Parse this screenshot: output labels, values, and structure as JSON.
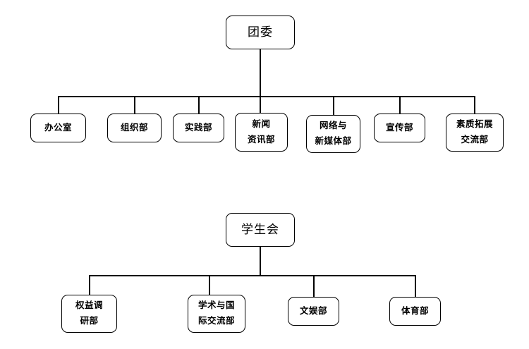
{
  "diagram": {
    "type": "organization-chart",
    "orientation": "top-down",
    "background_color": "#ffffff",
    "line_color": "#000000",
    "node_fill": "#ffffff",
    "node_border_color": "#000000"
  },
  "chart_data": {
    "type": "tree",
    "trees": [
      {
        "root": {
          "label": "团委",
          "lines": [
            "团委"
          ]
        },
        "children": [
          {
            "label": "办公室",
            "lines": [
              "办公室"
            ]
          },
          {
            "label": "组织部",
            "lines": [
              "组织部"
            ]
          },
          {
            "label": "实践部",
            "lines": [
              "实践部"
            ]
          },
          {
            "label": "新闻资讯部",
            "lines": [
              "新闻",
              "资讯部"
            ]
          },
          {
            "label": "网络与新媒体部",
            "lines": [
              "网络与",
              "新媒体部"
            ]
          },
          {
            "label": "宣传部",
            "lines": [
              "宣传部"
            ]
          },
          {
            "label": "素质拓展交流部",
            "lines": [
              "素质拓展",
              "交流部"
            ]
          }
        ]
      },
      {
        "root": {
          "label": "学生会",
          "lines": [
            "学生会"
          ]
        },
        "children": [
          {
            "label": "权益调研部",
            "lines": [
              "权益调",
              "研部"
            ]
          },
          {
            "label": "学术与国际交流部",
            "lines": [
              "学术与国",
              "际交流部"
            ]
          },
          {
            "label": "文娱部",
            "lines": [
              "文娱部"
            ]
          },
          {
            "label": "体育部",
            "lines": [
              "体育部"
            ]
          }
        ]
      }
    ]
  }
}
